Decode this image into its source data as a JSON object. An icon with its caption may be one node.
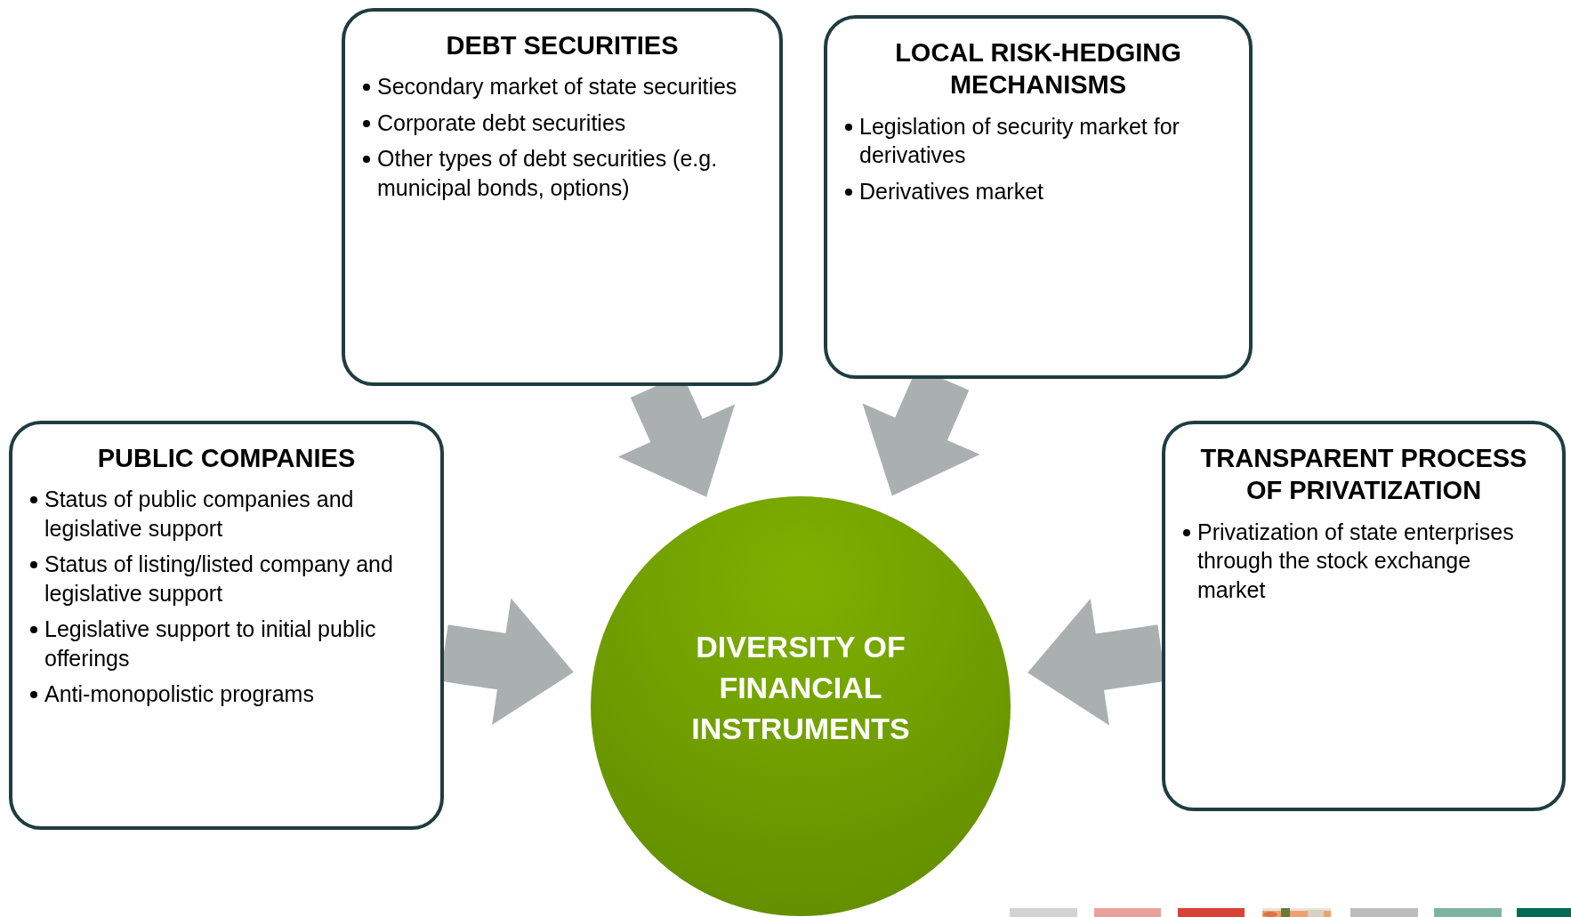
{
  "diagram": {
    "nodes": [
      {
        "text": [
          "DEBT SECURITIES",
          "Secondary market of state securities",
          "Corporate debt securities",
          "Other types of debt securities (e.g. municipal bonds, options)"
        ]
      },
      {
        "text": [
          "LOCAL RISK-HEDGING MECHANISMS",
          "Legislation of security market for derivatives",
          "Derivatives market"
        ]
      },
      {
        "text": [
          "PUBLIC COMPANIES",
          "Status of public companies and legislative support",
          "Status of listing/listed company and legislative support",
          "Legislative support to initial public offerings",
          "Anti-monopolistic programs"
        ]
      },
      {
        "text": [
          "TRANSPARENT PROCESS OF PRIVATIZATION",
          "Privatization of state enterprises through the stock exchange market"
        ]
      },
      {
        "text": [
          "DIVERSITY OF FINANCIAL INSTRUMENTS"
        ]
      }
    ],
    "edges": [
      {
        "from": 0,
        "to": 4,
        "arrow": "to",
        "style": "thick"
      },
      {
        "from": 1,
        "to": 4,
        "arrow": "to",
        "style": "thick"
      },
      {
        "from": 2,
        "to": 4,
        "arrow": "to",
        "style": "thick"
      },
      {
        "from": 3,
        "to": 4,
        "arrow": "to",
        "style": "thick"
      }
    ]
  }
}
